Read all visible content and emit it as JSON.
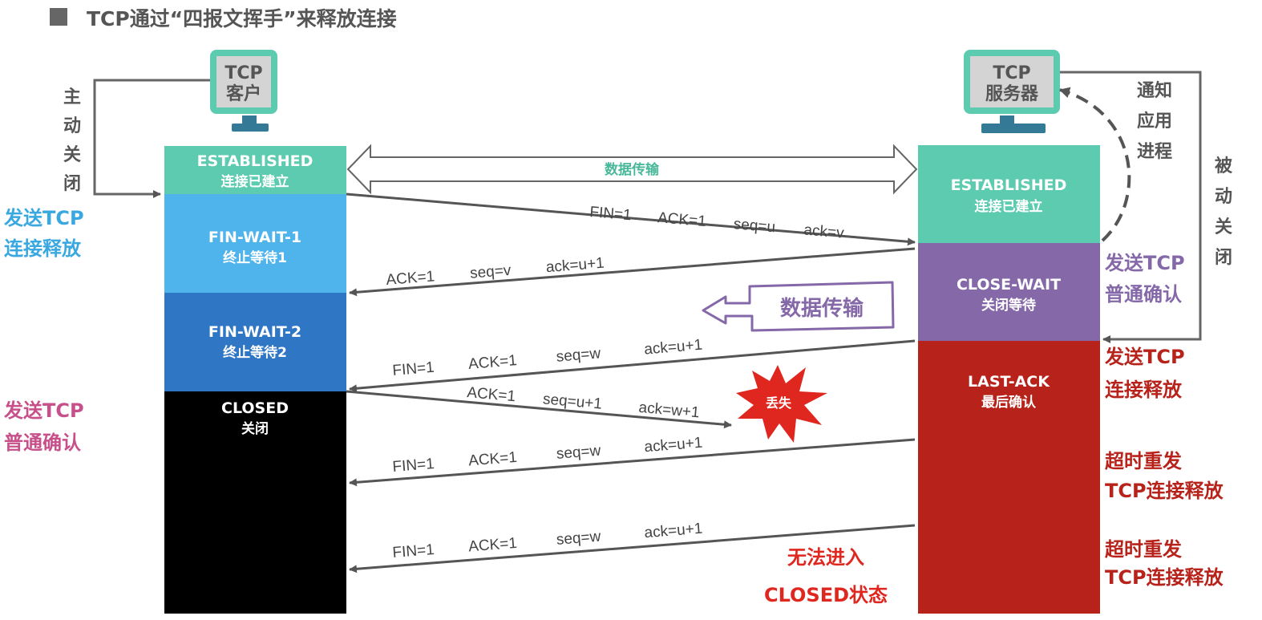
{
  "title": "TCP通过“四报文挥手”来释放连接",
  "client": {
    "monitor": [
      "TCP",
      "客户"
    ],
    "states": [
      {
        "en": "ESTABLISHED",
        "zh": "连接已建立",
        "color": "#5ccbb0"
      },
      {
        "en": "FIN-WAIT-1",
        "zh": "终止等待1",
        "color": "#4fb3ec"
      },
      {
        "en": "FIN-WAIT-2",
        "zh": "终止等待2",
        "color": "#2f76c4"
      },
      {
        "en": "CLOSED",
        "zh": "关闭",
        "color": "#000000"
      }
    ],
    "active_close": [
      "主",
      "动",
      "关",
      "闭"
    ],
    "note_release": [
      "发送TCP",
      "连接释放"
    ],
    "note_ack": [
      "发送TCP",
      "普通确认"
    ]
  },
  "server": {
    "monitor": [
      "TCP",
      "服务器"
    ],
    "states": [
      {
        "en": "ESTABLISHED",
        "zh": "连接已建立",
        "color": "#5ccbb0"
      },
      {
        "en": "CLOSE-WAIT",
        "zh": "关闭等待",
        "color": "#8468a8"
      },
      {
        "en": "LAST-ACK",
        "zh": "最后确认",
        "color": "#b7231b"
      }
    ],
    "notify_app": [
      "通知",
      "应用",
      "进程"
    ],
    "passive_close": [
      "被",
      "动",
      "关",
      "闭"
    ],
    "note_ack": [
      "发送TCP",
      "普通确认"
    ],
    "note_release": [
      "发送TCP",
      "连接释放"
    ],
    "retransmit_1": [
      "超时重发",
      "TCP连接释放"
    ],
    "retransmit_2": [
      "超时重发",
      "TCP连接释放"
    ]
  },
  "data_transfer": "数据传输",
  "data_transfer_box": "数据传输",
  "lost": "丢失",
  "cannot_enter": [
    "无法进入",
    "CLOSED状态"
  ],
  "messages": [
    {
      "fields": [
        "FIN=1",
        "ACK=1",
        "seq=u",
        "ack=v"
      ]
    },
    {
      "fields": [
        "ACK=1",
        "seq=v",
        "ack=u+1"
      ]
    },
    {
      "fields": [
        "FIN=1",
        "ACK=1",
        "seq=w",
        "ack=u+1"
      ]
    },
    {
      "fields": [
        "ACK=1",
        "seq=u+1",
        "ack=w+1"
      ]
    },
    {
      "fields": [
        "FIN=1",
        "ACK=1",
        "seq=w",
        "ack=u+1"
      ]
    },
    {
      "fields": [
        "FIN=1",
        "ACK=1",
        "seq=w",
        "ack=u+1"
      ]
    }
  ]
}
